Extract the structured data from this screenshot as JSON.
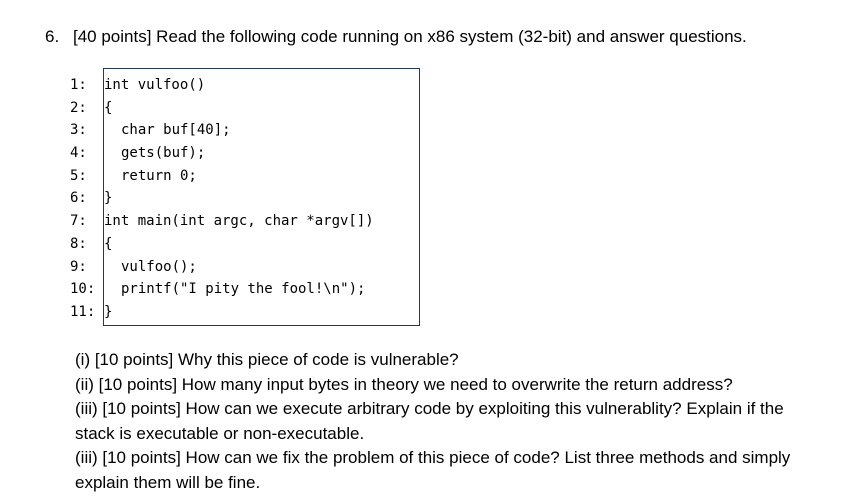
{
  "question": {
    "number": "6.",
    "text": "[40 points] Read the following code running on x86 system (32-bit) and answer questions."
  },
  "code": [
    {
      "ln": "1:",
      "text": "int vulfoo()"
    },
    {
      "ln": "2:",
      "text": "{"
    },
    {
      "ln": "3:",
      "text": "char buf[40];"
    },
    {
      "ln": "4:",
      "text": "gets(buf);"
    },
    {
      "ln": "5:",
      "text": "return 0;"
    },
    {
      "ln": "6:",
      "text": "}"
    },
    {
      "ln": "7:",
      "text": "int main(int argc, char *argv[])"
    },
    {
      "ln": "8:",
      "text": "{"
    },
    {
      "ln": "9:",
      "text": "vulfoo();"
    },
    {
      "ln": "10:",
      "text": "printf(\"I pity the fool!\\n\");"
    },
    {
      "ln": "11:",
      "text": "}"
    }
  ],
  "subquestions": [
    "(i) [10 points] Why this piece of code is vulnerable?",
    "(ii) [10 points] How many input bytes in theory we need to overwrite the return address?",
    "(iii) [10 points] How can we execute arbitrary code by exploiting this vulnerablity? Explain if the stack is executable or non-executable.",
    "(iii) [10 points] How can we fix the problem of this piece of code? List three methods and simply explain them will be fine."
  ]
}
